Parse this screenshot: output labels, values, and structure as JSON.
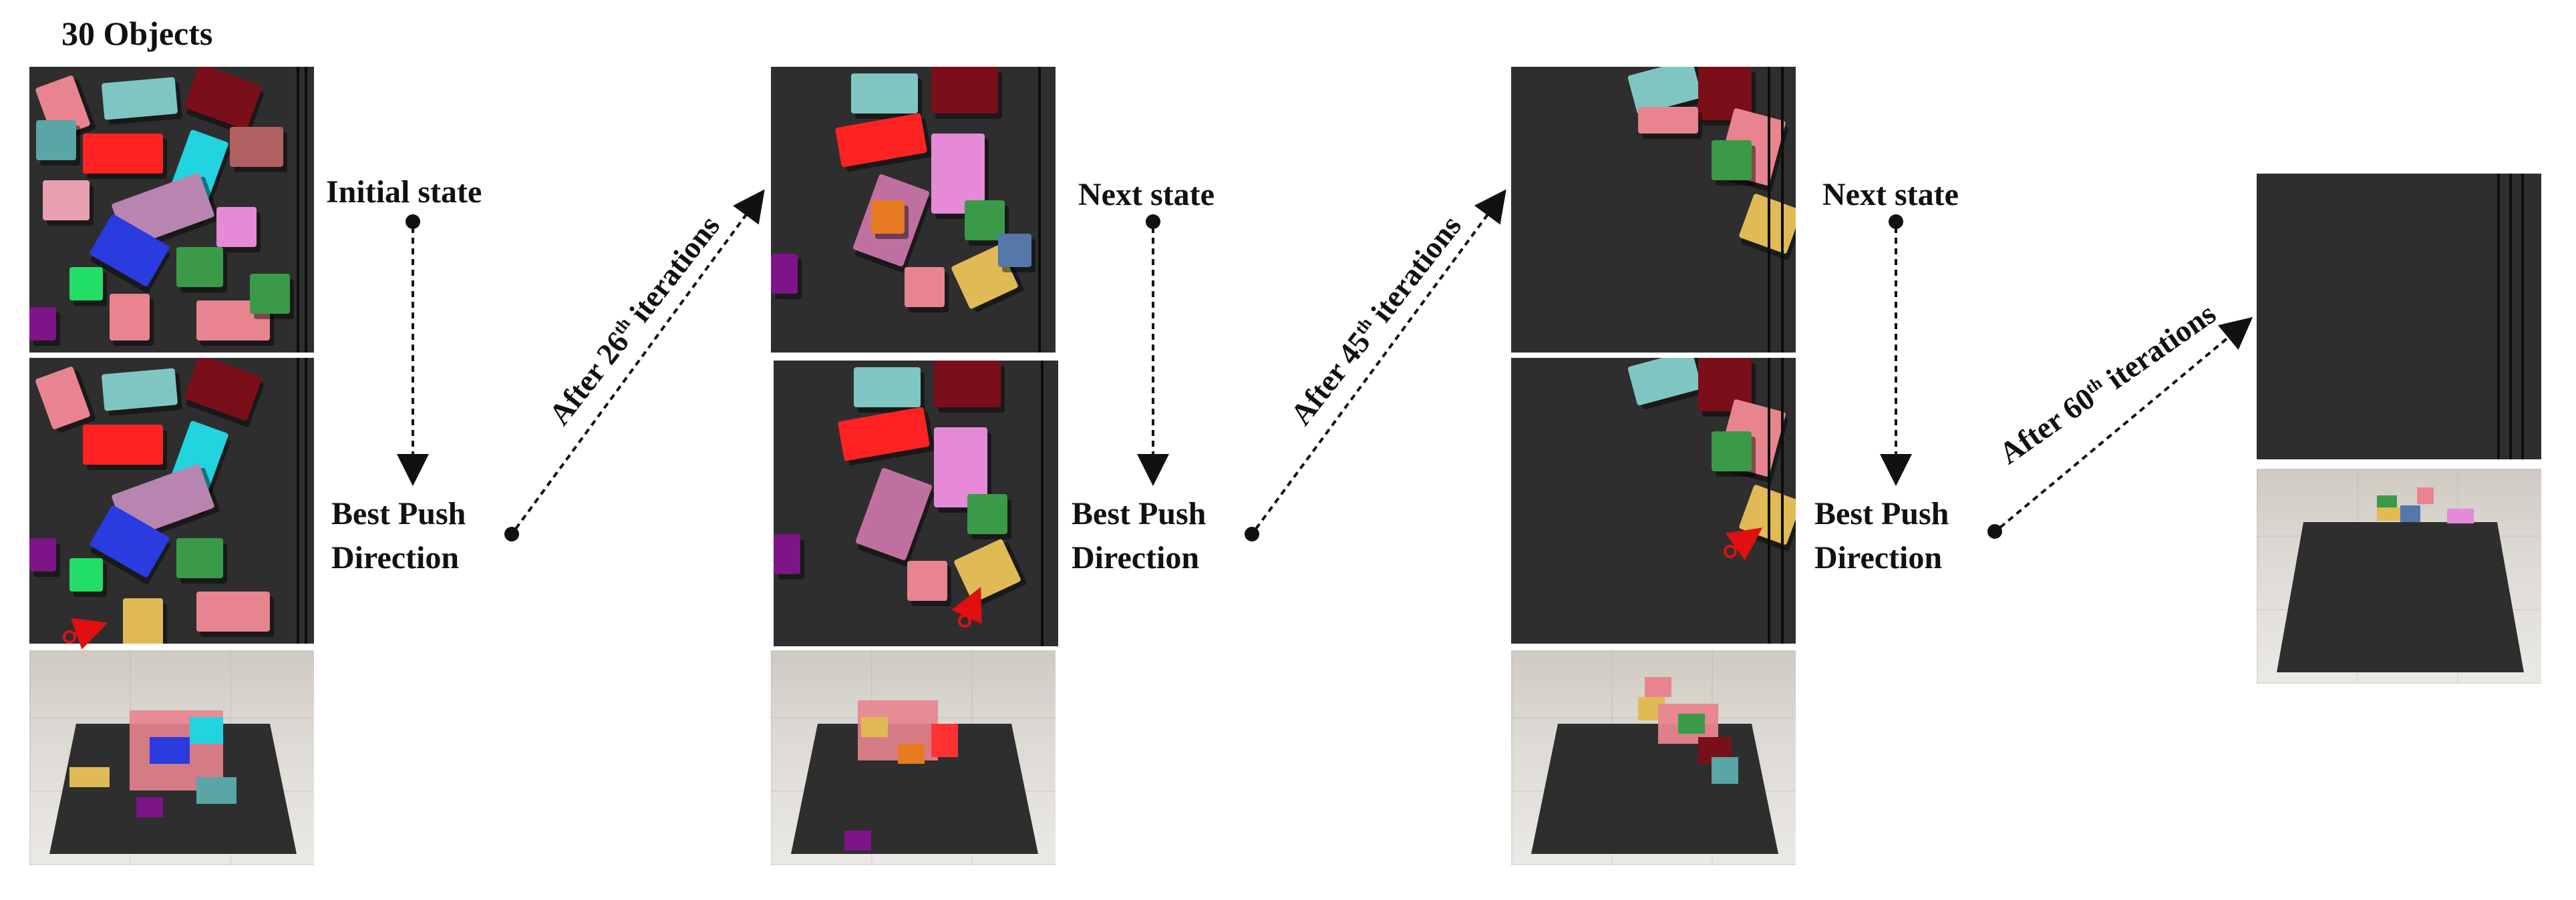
{
  "title": "30 Objects",
  "stages": [
    {
      "state_label": "Initial state",
      "push_label_line1": "Best Push",
      "push_label_line2": "Direction"
    },
    {
      "state_label": "Next state",
      "push_label_line1": "Best Push",
      "push_label_line2": "Direction"
    },
    {
      "state_label": "Next state",
      "push_label_line1": "Best Push",
      "push_label_line2": "Direction"
    }
  ],
  "transitions": [
    {
      "prefix": "After ",
      "number": "26",
      "sup": "th",
      "suffix": " iterations"
    },
    {
      "prefix": "After ",
      "number": "45",
      "sup": "th",
      "suffix": " iterations"
    },
    {
      "prefix": "After ",
      "number": "60",
      "sup": "th",
      "suffix": " iterations"
    }
  ],
  "colors": {
    "table": "#2e2e2e",
    "arrow": "#111111",
    "push_arrow": "#e01010",
    "block_palette": [
      "#e8848f",
      "#7fc6c2",
      "#7a0f1a",
      "#e6e61a",
      "#22d3e0",
      "#2a3be0",
      "#e0ba55",
      "#3a9a48",
      "#e87a22",
      "#7d1487",
      "#c0c0c0",
      "#e48ad6",
      "#ff3333",
      "#5577aa",
      "#c8a090"
    ]
  }
}
